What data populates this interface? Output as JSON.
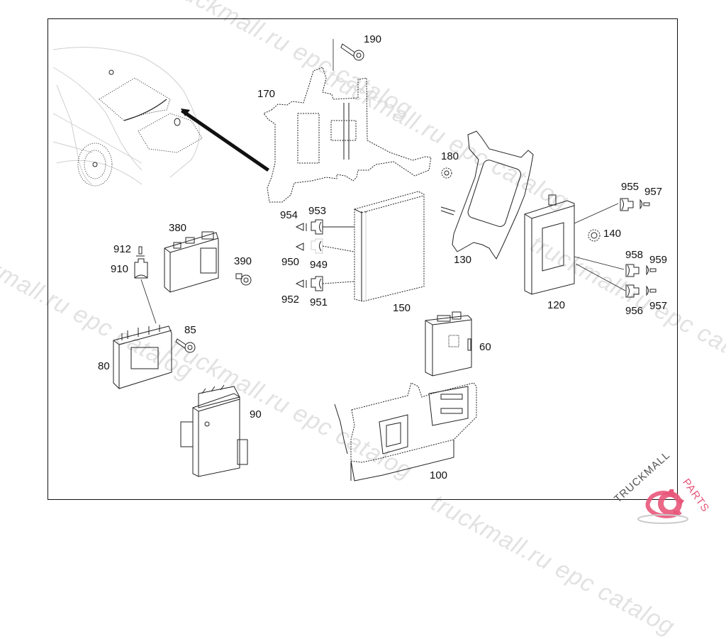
{
  "diagram": {
    "type": "exploded-parts-diagram",
    "subject": "Vehicle control units and mounting brackets",
    "parts": [
      {
        "id": "p190",
        "number": "190",
        "name": "bolt"
      },
      {
        "id": "p170",
        "number": "170",
        "name": "bracket"
      },
      {
        "id": "p180",
        "number": "180",
        "name": "nut"
      },
      {
        "id": "p130",
        "number": "130",
        "name": "bracket"
      },
      {
        "id": "p955",
        "number": "955",
        "name": "connector"
      },
      {
        "id": "p957a",
        "number": "957",
        "name": "connector-plug"
      },
      {
        "id": "p140",
        "number": "140",
        "name": "nut"
      },
      {
        "id": "p958",
        "number": "958",
        "name": "connector"
      },
      {
        "id": "p959",
        "number": "959",
        "name": "connector-plug"
      },
      {
        "id": "p956",
        "number": "956",
        "name": "connector"
      },
      {
        "id": "p957b",
        "number": "957",
        "name": "connector-plug"
      },
      {
        "id": "p120",
        "number": "120",
        "name": "control-unit"
      },
      {
        "id": "p954",
        "number": "954",
        "name": "connector-plug"
      },
      {
        "id": "p953",
        "number": "953",
        "name": "connector"
      },
      {
        "id": "p950",
        "number": "950",
        "name": "connector-plug"
      },
      {
        "id": "p949",
        "number": "949",
        "name": "connector"
      },
      {
        "id": "p952",
        "number": "952",
        "name": "connector-plug"
      },
      {
        "id": "p951",
        "number": "951",
        "name": "connector"
      },
      {
        "id": "p150",
        "number": "150",
        "name": "control-unit"
      },
      {
        "id": "p380",
        "number": "380",
        "name": "control-unit"
      },
      {
        "id": "p390",
        "number": "390",
        "name": "screw"
      },
      {
        "id": "p912",
        "number": "912",
        "name": "connector-plug"
      },
      {
        "id": "p910",
        "number": "910",
        "name": "connector"
      },
      {
        "id": "p85",
        "number": "85",
        "name": "screw"
      },
      {
        "id": "p80",
        "number": "80",
        "name": "control-unit"
      },
      {
        "id": "p90",
        "number": "90",
        "name": "control-unit"
      },
      {
        "id": "p60",
        "number": "60",
        "name": "control-unit"
      },
      {
        "id": "p100",
        "number": "100",
        "name": "bracket"
      }
    ]
  },
  "labels": {
    "p190": "190",
    "p170": "170",
    "p180": "180",
    "p130": "130",
    "p955": "955",
    "p957a": "957",
    "p140": "140",
    "p958": "958",
    "p959": "959",
    "p956": "956",
    "p957b": "957",
    "p120": "120",
    "p954": "954",
    "p953": "953",
    "p950": "950",
    "p949": "949",
    "p952": "952",
    "p951": "951",
    "p150": "150",
    "p380": "380",
    "p390": "390",
    "p912": "912",
    "p910": "910",
    "p85": "85",
    "p80": "80",
    "p90": "90",
    "p60": "60",
    "p100": "100"
  },
  "watermark": {
    "text": "truckmall.ru epc catalog",
    "color": "#d9d9d9"
  },
  "logo": {
    "text_dark": "TRUCKMALL",
    "text_accent": "PARTS",
    "accent_color": "#e8577a",
    "dark_color": "#555555",
    "icon": "gear-icon"
  }
}
